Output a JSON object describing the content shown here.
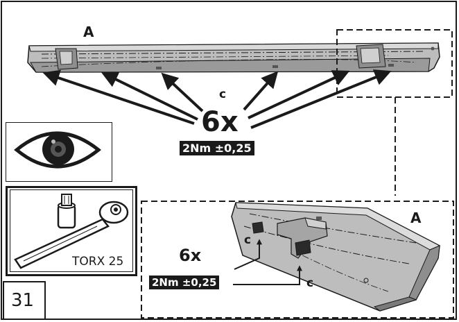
{
  "step": {
    "number": "31"
  },
  "part_label_top": "A",
  "part_label_detail": "A",
  "screw_label": "c",
  "detail_screw_label_1": "c",
  "detail_screw_label_2": "c",
  "quantity": "6x",
  "torque": "2Nm ±0,25",
  "detail_quantity": "6x",
  "detail_torque": "2Nm ±0,25",
  "tool": {
    "name": "TORX 25"
  },
  "icons": [
    "eye-inspect-icon",
    "ratchet-wrench-icon",
    "torx-bit-icon"
  ],
  "colors": {
    "ink": "#1a1a1a",
    "part_fill": "#bdbdbd",
    "part_shadow": "#8e8e8e",
    "badge_bg": "#1a1a1a",
    "badge_text": "#ffffff"
  }
}
